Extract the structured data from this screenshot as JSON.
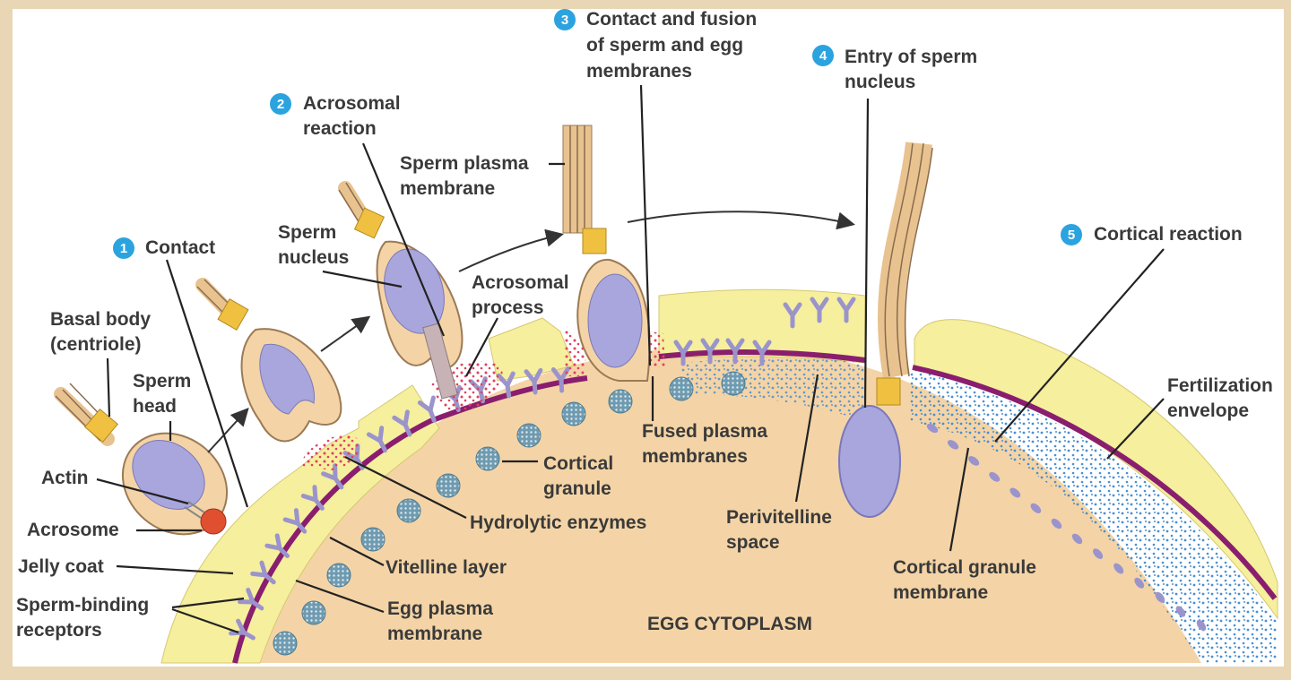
{
  "steps": {
    "s1": {
      "num": "1",
      "label": "Contact"
    },
    "s2": {
      "num": "2",
      "line1": "Acrosomal",
      "line2": "reaction"
    },
    "s3": {
      "num": "3",
      "line1": "Contact and fusion",
      "line2": "of sperm and egg",
      "line3": "membranes"
    },
    "s4": {
      "num": "4",
      "line1": "Entry of sperm",
      "line2": "nucleus"
    },
    "s5": {
      "num": "5",
      "label": "Cortical reaction"
    }
  },
  "labels": {
    "basal_body_1": "Basal body",
    "basal_body_2": "(centriole)",
    "sperm_head_1": "Sperm",
    "sperm_head_2": "head",
    "actin": "Actin",
    "acrosome": "Acrosome",
    "jelly_coat": "Jelly coat",
    "sperm_binding_1": "Sperm-binding",
    "sperm_binding_2": "receptors",
    "sperm_nucleus_1": "Sperm",
    "sperm_nucleus_2": "nucleus",
    "sperm_plasma_1": "Sperm plasma",
    "sperm_plasma_2": "membrane",
    "acrosomal_process_1": "Acrosomal",
    "acrosomal_process_2": "process",
    "cortical_granule_1": "Cortical",
    "cortical_granule_2": "granule",
    "hydrolytic": "Hydrolytic enzymes",
    "vitelline": "Vitelline layer",
    "egg_plasma_1": "Egg plasma",
    "egg_plasma_2": "membrane",
    "fused_1": "Fused plasma",
    "fused_2": "membranes",
    "perivitelline_1": "Perivitelline",
    "perivitelline_2": "space",
    "egg_cytoplasm": "EGG CYTOPLASM",
    "cg_membrane_1": "Cortical granule",
    "cg_membrane_2": "membrane",
    "fert_env_1": "Fertilization",
    "fert_env_2": "envelope"
  },
  "colors": {
    "cytoplasm": "#f4d4a6",
    "jelly": "#f5ef9e",
    "membrane": "#8a1e6e",
    "nucleus": "#a9a6dd",
    "receptor": "#9b94cc",
    "granule": "#6f9bb0",
    "enzyme": "#e04060",
    "perivitelline_dots": "#4a8fd0",
    "step_badge": "#2ba3df",
    "acrosome": "#e05030"
  }
}
